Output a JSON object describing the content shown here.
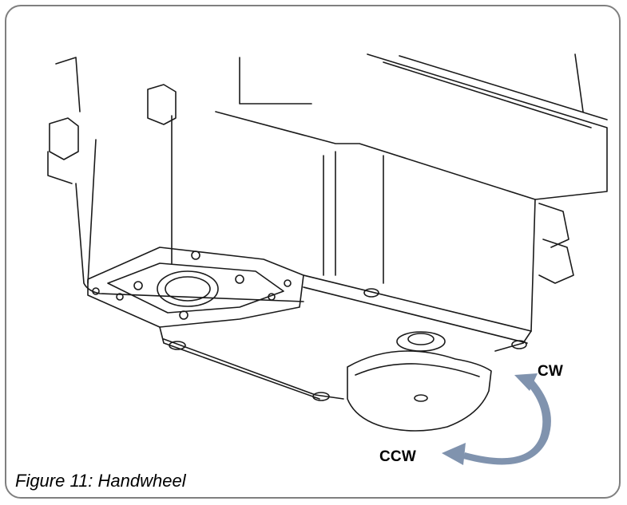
{
  "figure": {
    "caption": "Figure 11: Handwheel",
    "labels": {
      "cw": "CW",
      "ccw": "CCW"
    },
    "colors": {
      "frame_border": "#7f7f7f",
      "arrow": "#8093ae",
      "line": "#1a1a1a"
    },
    "icons": {
      "rotation_arrow": "double-headed-curved-arrow-icon"
    }
  }
}
